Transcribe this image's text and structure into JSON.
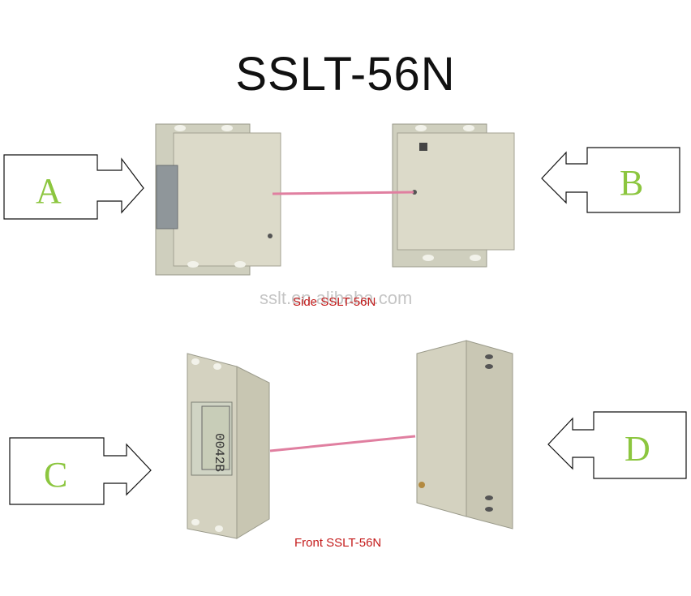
{
  "title": "SSLT-56N",
  "labels": {
    "a": "A",
    "b": "B",
    "c": "C",
    "d": "D"
  },
  "captions": {
    "side": "Side SSLT-56N",
    "front": "Front SSLT-56N"
  },
  "watermark": "sslt.en.alibaba.com",
  "lcd_text": "0042B",
  "colors": {
    "beam": "#e07fa0",
    "letter": "#8cc63f",
    "caption": "#c41a1a",
    "device": "#d8d6c4"
  }
}
